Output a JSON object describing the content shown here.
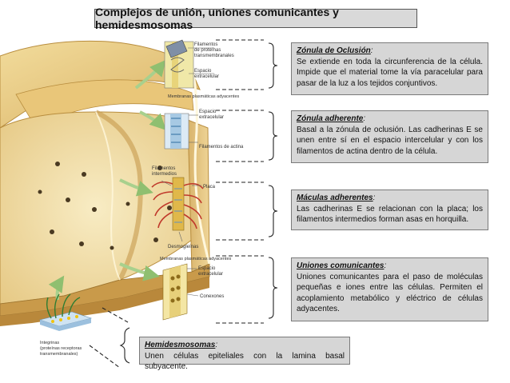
{
  "title": "Complejos de unión, uniones comunicantes y hemidesmosomas",
  "notes": {
    "zonula_oclusion": {
      "heading": "Zónula de Oclusión",
      "text": "Se extiende en toda la circunferencia de la célula. Impide que el material tome la vía paracelular para pasar de la luz a los tejidos conjuntivos."
    },
    "zonula_adherente": {
      "heading": "Zónula adherente",
      "text": "Basal a la zónula de oclusión. Las cadherinas E se unen entre sí en el espacio intercelular y con los filamentos de actina dentro de la célula."
    },
    "maculas_adherentes": {
      "heading": "Máculas adherentes",
      "text": "Las cadherinas E se relacionan con la placa; los filamentos intermedios forman asas en horquilla."
    },
    "uniones_comunicantes": {
      "heading": "Uniones comunicantes",
      "text": "Uniones comunicantes para el paso de moléculas pequeñas e iones entre las células. Permiten el acoplamiento metabólico y eléctrico de células adyacentes."
    },
    "hemidesmosomas": {
      "heading": "Hemidesmosomas",
      "text": "Unen células epiteliales con la lamina basal subyacente."
    }
  },
  "labels": {
    "filamentos_proteinas": [
      "Filamentos",
      "de proteínas",
      "transmembranales"
    ],
    "espacio_extracelular_1": [
      "Espacio",
      "extracelular"
    ],
    "membranas_1": "Membranas plasmáticas adyacentes",
    "espacio_extracelular_2": [
      "Espacio",
      "extracelular"
    ],
    "filamentos_actina": "Filamentos de actina",
    "filamentos_intermedios": [
      "Filamentos",
      "intermedios"
    ],
    "placa": "Placa",
    "desmogleinas": "Desmogleínas",
    "membranas_2": "Membranas plasmáticas adyacentes",
    "espacio_extracelular_3": [
      "Espacio",
      "extracelular"
    ],
    "conexones": "Conexones",
    "integrinas": [
      "Integrinas",
      "(proteínas receptoras",
      "transmembranales)"
    ]
  },
  "colors": {
    "cell_tan": "#e8cf8e",
    "cell_dark": "#c99a4a",
    "cytoplasm": "#f4e3b0",
    "note_bg": "#d6d6d6",
    "arrow_green": "#a8d08d",
    "filament_red": "#c0392b",
    "membrane_blue": "#7fb3d5"
  }
}
